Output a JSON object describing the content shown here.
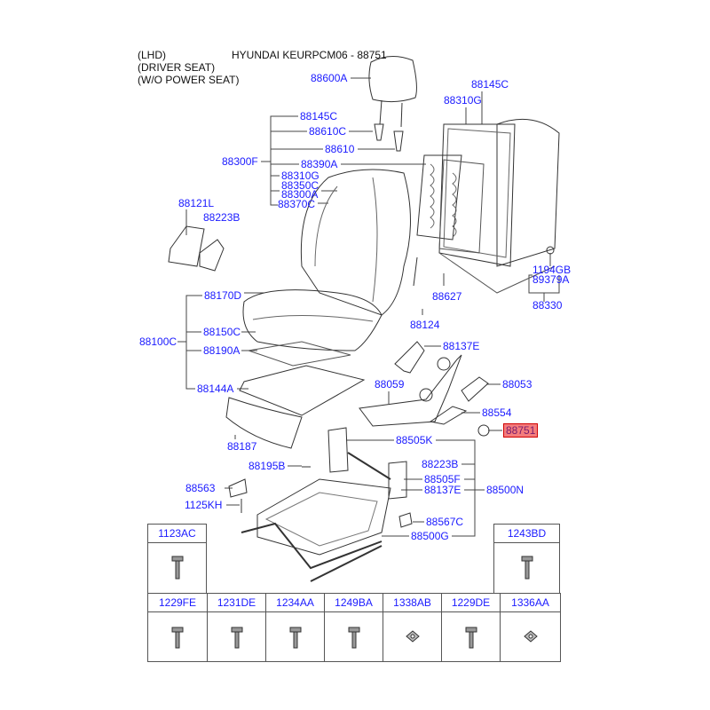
{
  "header": {
    "notes": [
      "(LHD)",
      "(DRIVER SEAT)",
      "(W/O POWER SEAT)"
    ],
    "title": "HYUNDAI KEURPCM06 - 88751"
  },
  "highlight_color": "#f47c7c",
  "label_color": "#1a1aff",
  "labels": {
    "l88600A": "88600A",
    "l88145C_a": "88145C",
    "l88610C": "88610C",
    "l88610": "88610",
    "l88300F": "88300F",
    "l88390A": "88390A",
    "l88310G_a": "88310G",
    "l88350C": "88350C",
    "l88300A": "88300A",
    "l88370C": "88370C",
    "l88145C_b": "88145C",
    "l88310G_b": "88310G",
    "l88121L": "88121L",
    "l88223B_a": "88223B",
    "l1194GB": "1194GB",
    "l89379A": "89379A",
    "l88330": "88330",
    "l88627": "88627",
    "l88124": "88124",
    "l88170D": "88170D",
    "l88150C": "88150C",
    "l88190A": "88190A",
    "l88100C": "88100C",
    "l88144A": "88144A",
    "l88137E_a": "88137E",
    "l88059": "88059",
    "l88053": "88053",
    "l88554": "88554",
    "l88751": "88751",
    "l88187": "88187",
    "l88505K": "88505K",
    "l88195B": "88195B",
    "l88223B_b": "88223B",
    "l88505F": "88505F",
    "l88137E_b": "88137E",
    "l88500N": "88500N",
    "l88563": "88563",
    "l1125KH": "1125KH",
    "l88567C": "88567C",
    "l88500G": "88500G"
  },
  "fasteners": {
    "top_row": [
      "1123AC",
      "1243BD"
    ],
    "bottom_row": [
      "1229FE",
      "1231DE",
      "1234AA",
      "1249BA",
      "1338AB",
      "1229DE",
      "1336AA"
    ]
  }
}
